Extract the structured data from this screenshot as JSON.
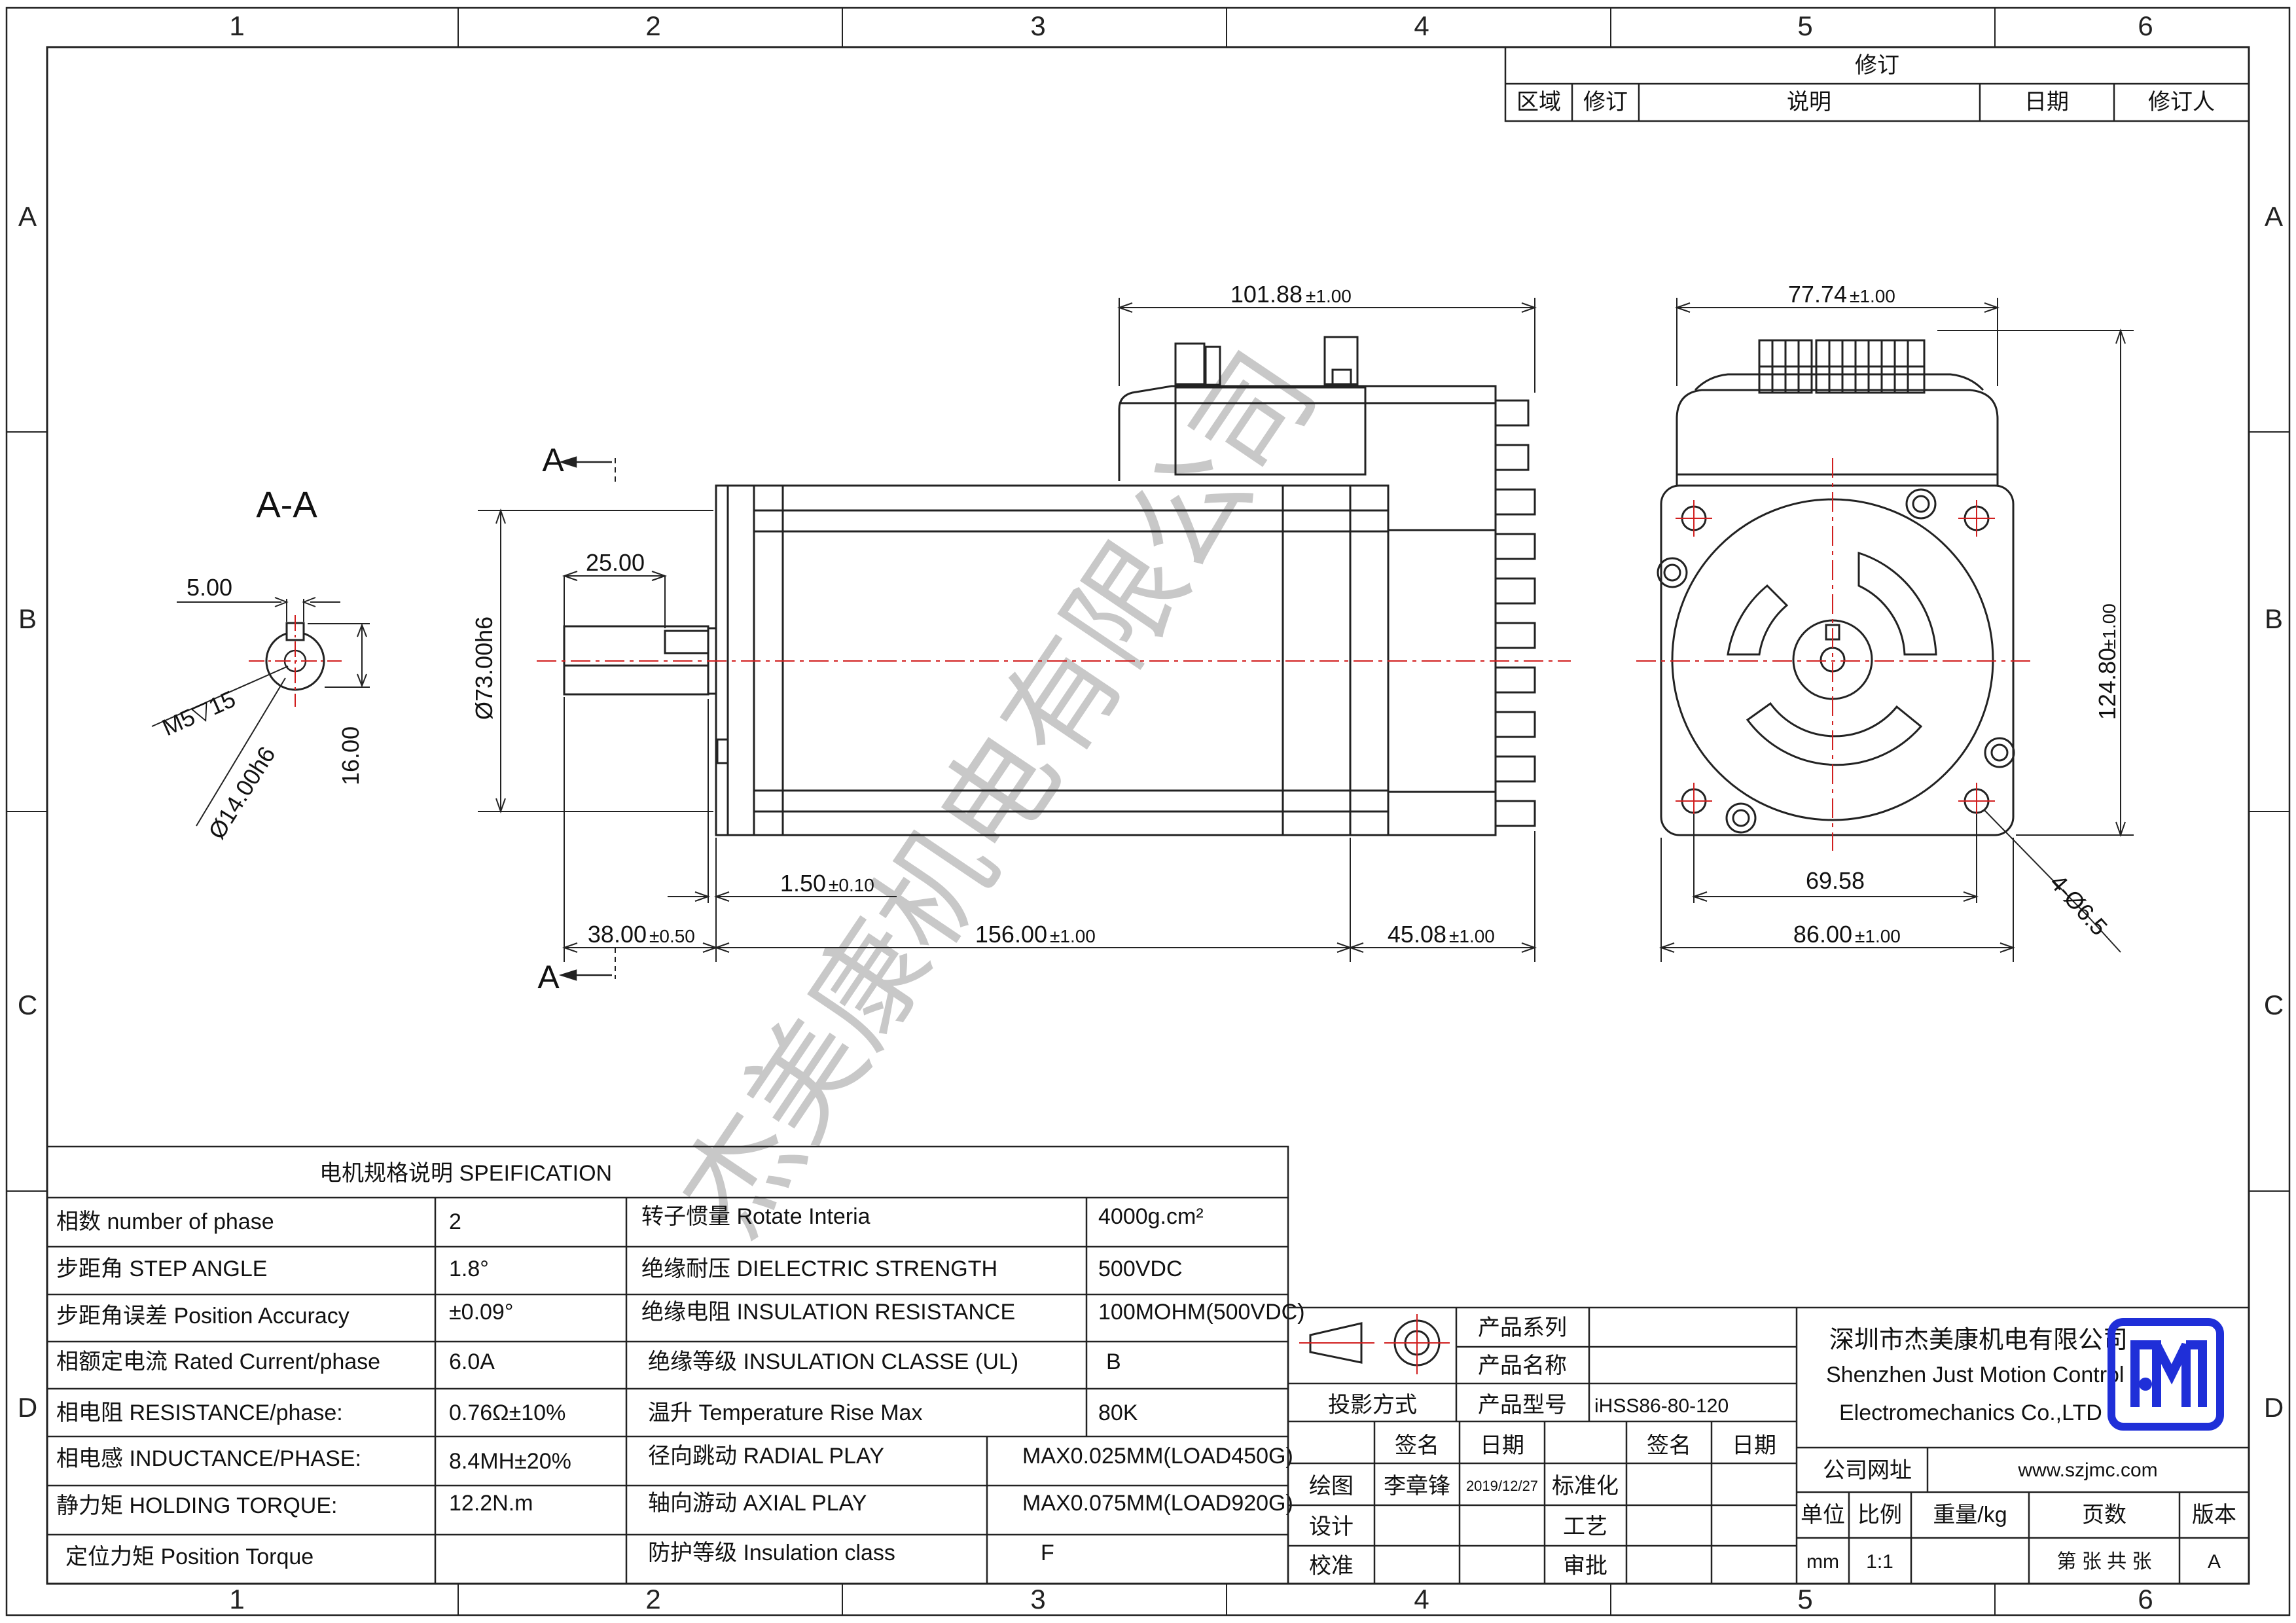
{
  "zones": {
    "columns": [
      "1",
      "2",
      "3",
      "4",
      "5",
      "6"
    ],
    "rows": [
      "A",
      "B",
      "C",
      "D"
    ]
  },
  "revision": {
    "title": "修订",
    "headers": [
      "区域",
      "修订",
      "说明",
      "日期",
      "修订人"
    ]
  },
  "section_view": {
    "title": "A-A",
    "dims": {
      "key_width": "5.00",
      "key_depth": "16.00",
      "thread": "M5▽15",
      "shaft_dia": "Ø14.00h6"
    }
  },
  "side_view": {
    "section_mark": "A",
    "dims": {
      "driver_len": "101.88",
      "driver_len_tol": "±1.00",
      "flange_dia": "Ø73.00h6",
      "key_len": "25.00",
      "flange_thk": "1.50",
      "flange_thk_tol": "±0.10",
      "shaft_len": "38.00",
      "shaft_len_tol": "±0.50",
      "body_len": "156.00",
      "body_len_tol": "±1.00",
      "rear_len": "45.08",
      "rear_len_tol": "±1.00"
    }
  },
  "end_view": {
    "dims": {
      "driver_width": "77.74",
      "driver_width_tol": "±1.00",
      "height": "124.80",
      "height_tol": "±1.00",
      "hole_pitch": "69.58",
      "frame": "86.00",
      "frame_tol": "±1.00",
      "holes": "4-Ø6.5"
    }
  },
  "watermark": "杰美康机电有限公司",
  "spec": {
    "title": "电机规格说明 SPEIFICATION",
    "rows": [
      [
        "相数 number of phase",
        "2",
        "转子惯量 Rotate Interia",
        "4000g.cm²"
      ],
      [
        "步距角 STEP ANGLE",
        "1.8°",
        "绝缘耐压 DIELECTRIC STRENGTH",
        "500VDC"
      ],
      [
        "步距角误差 Position Accuracy",
        "±0.09°",
        "绝缘电阻 INSULATION RESISTANCE",
        "100MOHM(500VDC)"
      ],
      [
        "相额定电流 Rated Current/phase",
        "6.0A",
        "绝缘等级 INSULATION CLASSE (UL)",
        "B"
      ],
      [
        "相电阻 RESISTANCE/phase:",
        "0.76Ω±10%",
        "温升 Temperature Rise Max",
        "80K"
      ],
      [
        "相电感 INDUCTANCE/PHASE:",
        "8.4MH±20%",
        "径向跳动 RADIAL PLAY",
        "MAX0.025MM(LOAD450G)"
      ],
      [
        "静力矩 HOLDING TORQUE:",
        "12.2N.m",
        "轴向游动 AXIAL PLAY",
        "MAX0.075MM(LOAD920G)"
      ],
      [
        "定位力矩 Position Torque",
        "",
        "防护等级 Insulation class",
        "F"
      ]
    ]
  },
  "title_block": {
    "projection": "投影方式",
    "product_series": "产品系列",
    "product_name": "产品名称",
    "product_model": "产品型号",
    "model_value": "iHSS86-80-120",
    "sign": "签名",
    "date": "日期",
    "draw": "绘图",
    "drawer": "李章锋",
    "draw_date": "2019/12/27",
    "standard": "标准化",
    "design": "设计",
    "process": "工艺",
    "check": "校准",
    "approve": "审批",
    "company_cn": "深圳市杰美康机电有限公司",
    "company_en1": "Shenzhen Just Motion Control",
    "company_en2": "Electromechanics Co.,LTD",
    "website_label": "公司网址",
    "website": "www.szjmc.com",
    "unit_label": "单位",
    "scale_label": "比例",
    "weight_label": "重量/kg",
    "pages_label": "页数",
    "version_label": "版本",
    "unit": "mm",
    "scale": "1:1",
    "pages": "第 张 共 张",
    "version": "A"
  },
  "colors": {
    "line": "#1a1a1a",
    "center": "#d11f1f",
    "logo": "#1f2fd8",
    "watermark": "#9a9a9a"
  }
}
